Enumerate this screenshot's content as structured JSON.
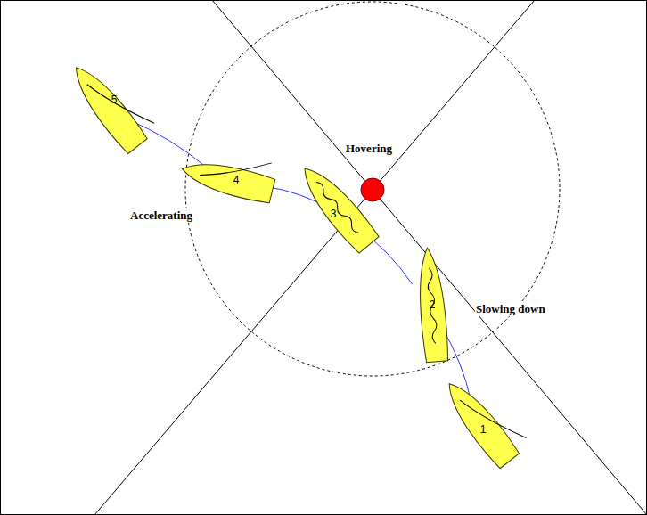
{
  "diagram": {
    "nodes": [
      {
        "text": [
          "5"
        ]
      },
      {
        "text": [
          "4"
        ]
      },
      {
        "text": [
          "3"
        ]
      },
      {
        "text": [
          "2"
        ]
      },
      {
        "text": [
          "1"
        ]
      }
    ],
    "edges": [
      {
        "from": 4,
        "to": 3,
        "arrow": "none"
      },
      {
        "from": 3,
        "to": 2,
        "arrow": "none"
      },
      {
        "from": 2,
        "to": 1,
        "arrow": "none"
      },
      {
        "from": 1,
        "to": 0,
        "arrow": "none"
      }
    ],
    "labels": [
      "Hovering",
      "Accelerating",
      "Slowing down"
    ]
  }
}
